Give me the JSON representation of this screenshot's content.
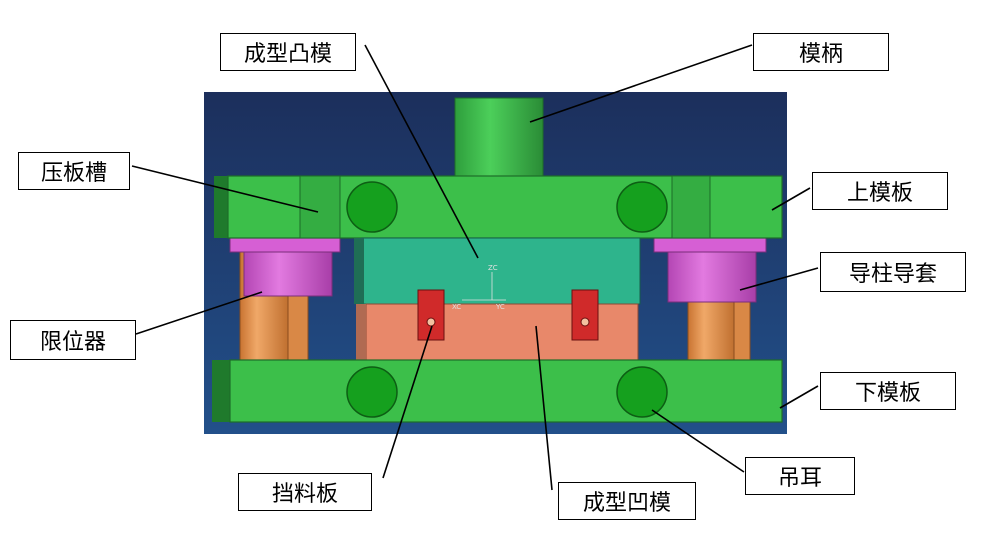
{
  "labels": {
    "forming_punch": "成型凸模",
    "die_handle": "模柄",
    "clamp_slot": "压板槽",
    "upper_plate": "上模板",
    "guide_post_bushing": "导柱导套",
    "limiter": "限位器",
    "lower_plate": "下模板",
    "lifting_lug": "吊耳",
    "stop_plate": "挡料板",
    "forming_die": "成型凹模"
  },
  "axis": {
    "zc": "ZC",
    "xc": "XC",
    "yc": "YC"
  },
  "colors": {
    "background": "#1e3a6e",
    "plate_green": "#3cbf4a",
    "punch_teal": "#2eb48c",
    "die_salmon": "#e8886a",
    "limiter_orange": "#e89a55",
    "bushing_magenta": "#d35fd0",
    "stop_red": "#d02a2a"
  }
}
